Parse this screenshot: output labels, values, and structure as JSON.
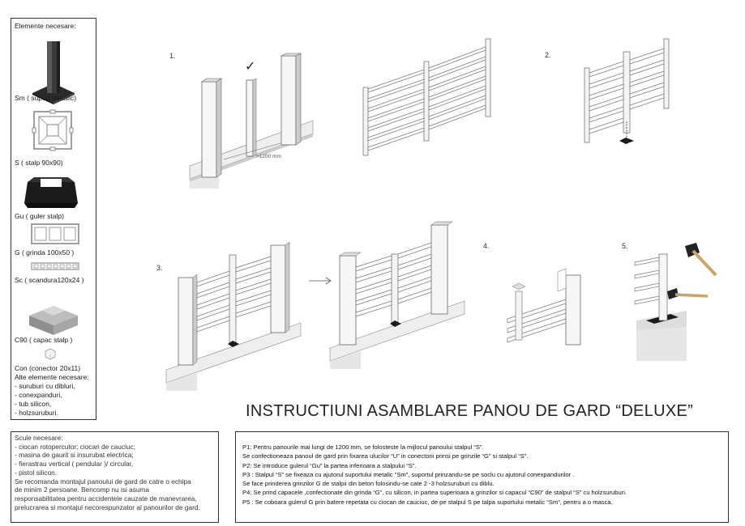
{
  "elements": {
    "title": "Elemente necesare:",
    "items": [
      {
        "label": "Sm ( suport metalic)",
        "icon": "metal-support-icon"
      },
      {
        "label": "S ( stalp 90x90)",
        "icon": "post-section-icon"
      },
      {
        "label": "Gu ( guler stalp)",
        "icon": "post-collar-icon"
      },
      {
        "label": "G ( grinda 100x50 )",
        "icon": "beam-section-icon"
      },
      {
        "label": "Sc ( scandura120x24 )",
        "icon": "board-section-icon"
      },
      {
        "label": "C90 ( capac stalp )",
        "icon": "post-cap-icon"
      },
      {
        "label": "Con (conector 20x11)",
        "icon": "connector-icon"
      }
    ],
    "extra_title": "Alte elemente necesare:",
    "extra_items": [
      "- suruburi cu dibluri,",
      "- conexpanduri,",
      "- tub silicon,",
      "- holzsuruburi."
    ]
  },
  "tools": {
    "lines": [
      "Scule necesare:",
      "- ciocan rotopercutor; ciocan de cauciuc;",
      "- masina de gaurit si insurubat electrica;",
      "- fierastrau vertical ( pendular )/ circular,",
      "- pistol silicon.",
      "Se recomanda montajul panoului de gard de catre o echipa",
      "de minim 2 persoane. Bencomp nu isi asuma",
      "responsabilitatea pentru accidentele cauzate de manevrarea,",
      "prelucrarea si montajul necorespunzator al panourilor de gard."
    ]
  },
  "title": "INSTRUCTIUNI ASAMBLARE PANOU DE GARD “DELUXE”",
  "steps": {
    "lines": [
      "P1: Pentru panourile mai lungi de 1200 mm, se folosteste la mijlocul panoului stalpul “S”.",
      "Se confectioneaza panoul de gard prin fixarea ulucilor “U” in conectorii prinsi pe  grinzile “G” si stalpul “S”.",
      "P2:  Se introduce gulerul “Gu” la partea inferioara a stalpului “S”.",
      "P3 :  Stalpul “S” se fixeaza cu ajutorul suportului metalic “Sm”, suportul prinzandu-se pe soclu cu ajutorul conexpandurilor .",
      "Se face prinderea grinzilor G de stalpii din beton folosindu-se cate 2 -3 holzsuruburi cu diblu.",
      "P4: Se prind capacele ,confectionate din grinda “G”, cu silicon, in partea superioara a grinzilor si capacul “C90” de stalpul “S” cu holzsuruburi.",
      "P5 : Se coboara gulerul G prin batere repetata cu ciocan de cauciuc, de pe stalpul S pe talpa suportului metalic “Sm”, pentru a o masca."
    ]
  },
  "diagram": {
    "step_labels": [
      "1.",
      "2.",
      "3.",
      "4.",
      "5."
    ],
    "dimension_label": ">1200 mm",
    "check_mark": "✓"
  }
}
